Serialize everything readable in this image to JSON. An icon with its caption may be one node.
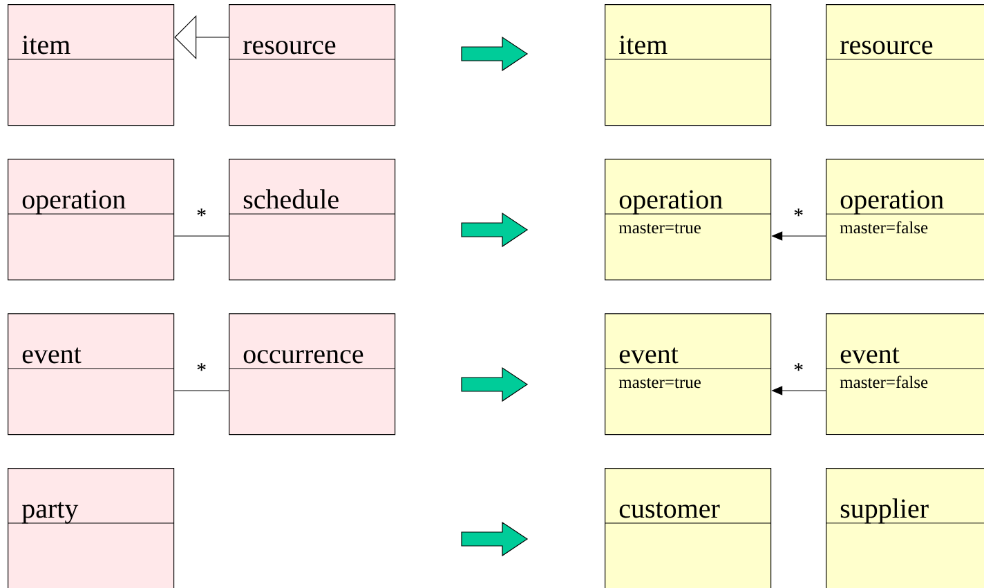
{
  "diagram": {
    "nodes": [
      {
        "text": [
          "item"
        ]
      },
      {
        "text": [
          "resource"
        ]
      },
      {
        "text": [
          "operation"
        ]
      },
      {
        "text": [
          "schedule"
        ]
      },
      {
        "text": [
          "event"
        ]
      },
      {
        "text": [
          "occurrence"
        ]
      },
      {
        "text": [
          "party"
        ]
      },
      {
        "text": [
          "item"
        ]
      },
      {
        "text": [
          "resource"
        ]
      },
      {
        "text": [
          "operation",
          "master=true"
        ]
      },
      {
        "text": [
          "operation",
          "master=false"
        ]
      },
      {
        "text": [
          "event",
          "master=true"
        ]
      },
      {
        "text": [
          "event",
          "master=false"
        ]
      },
      {
        "text": [
          "customer"
        ]
      },
      {
        "text": [
          "supplier"
        ]
      }
    ],
    "edges": [
      {
        "from": 1,
        "to": 0,
        "arrow": "to"
      },
      {
        "from": 2,
        "to": 3,
        "arrow": "none",
        "label": "*"
      },
      {
        "from": 4,
        "to": 5,
        "arrow": "none",
        "label": "*"
      },
      {
        "from": 10,
        "to": 9,
        "arrow": "to",
        "label": "*"
      },
      {
        "from": 12,
        "to": 11,
        "arrow": "to",
        "label": "*"
      }
    ]
  }
}
